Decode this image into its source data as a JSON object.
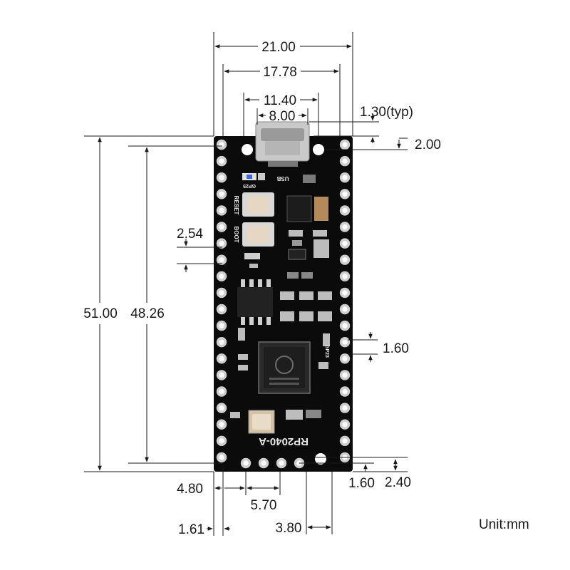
{
  "drawing": {
    "unit_label": "Unit:mm",
    "dimensions": {
      "board_width": "21.00",
      "pin_row_spacing": "17.78",
      "hole_spacing": "11.40",
      "usb_width": "8.00",
      "usb_overhang": "1.30(typ)",
      "hole_offset_top": "2.00",
      "pin_pitch": "2.54",
      "board_length": "51.00",
      "pin_column_length": "48.26",
      "pin_hole_diameter": "1.60",
      "bottom_pin_offset": "1.60",
      "bottom_hole_offset": "2.40",
      "left_offset_a": "4.80",
      "bottom_pad_spacing": "5.70",
      "left_offset_b": "1.61",
      "bottom_hole_spacing": "3.80"
    }
  },
  "board": {
    "name": "RP2040-A",
    "labels": {
      "usb": "USB",
      "gp25": "GP25",
      "reset": "RESET",
      "boot": "BOOT",
      "gp23": "GP23"
    },
    "colors": {
      "pcb": "#0b0b0b",
      "pad": "#cfcfcf",
      "silk": "#e8e8e8",
      "usb": "#c9c9c9",
      "button": "#e6d6c4",
      "capacitor": "#b48a5a",
      "chip": "#222222"
    }
  }
}
